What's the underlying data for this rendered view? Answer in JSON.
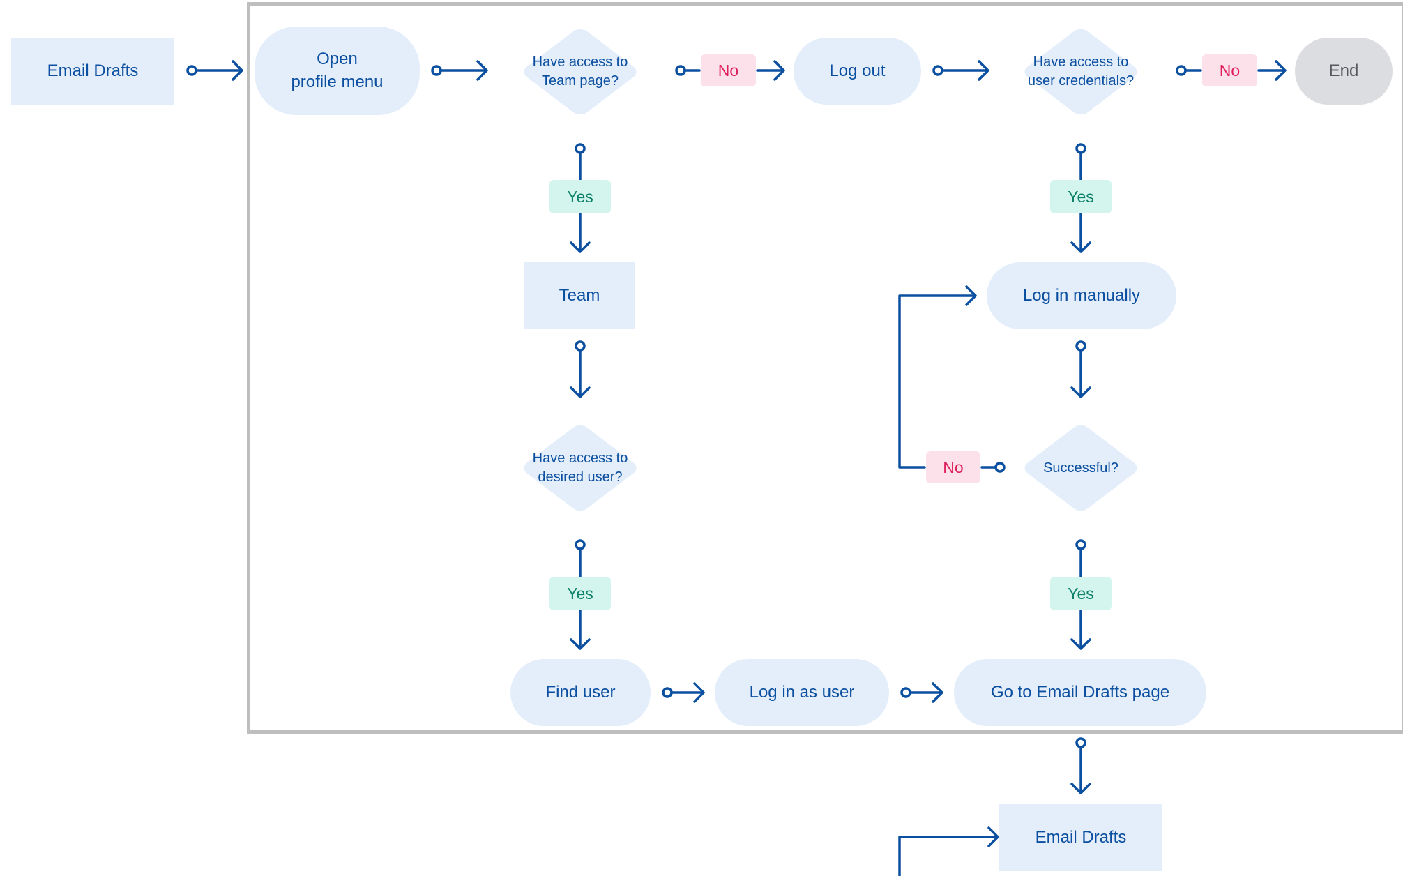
{
  "nodes": {
    "email_drafts_start": "Email Drafts",
    "open_profile_menu": "Open\nprofile menu",
    "access_team_page": "Have access to\nTeam page?",
    "log_out": "Log out",
    "access_user_credentials": "Have access to\nuser credentials?",
    "end": "End",
    "team": "Team",
    "log_in_manually": "Log in manually",
    "access_desired_user": "Have access to\ndesired user?",
    "successful": "Successful?",
    "find_user": "Find user",
    "log_in_as_user": "Log in as user",
    "go_to_email_drafts_page": "Go to Email Drafts page",
    "email_drafts_end": "Email Drafts"
  },
  "labels": {
    "yes": "Yes",
    "no": "No"
  },
  "colors": {
    "line": "#0b4fa0",
    "node_fill": "#e4eefa",
    "end_fill": "#dcdde0",
    "yes_fill": "#d4f5ee",
    "yes_text": "#0d8068",
    "no_fill": "#fce1ea",
    "no_text": "#de1f5c",
    "frame": "#bebebe"
  }
}
